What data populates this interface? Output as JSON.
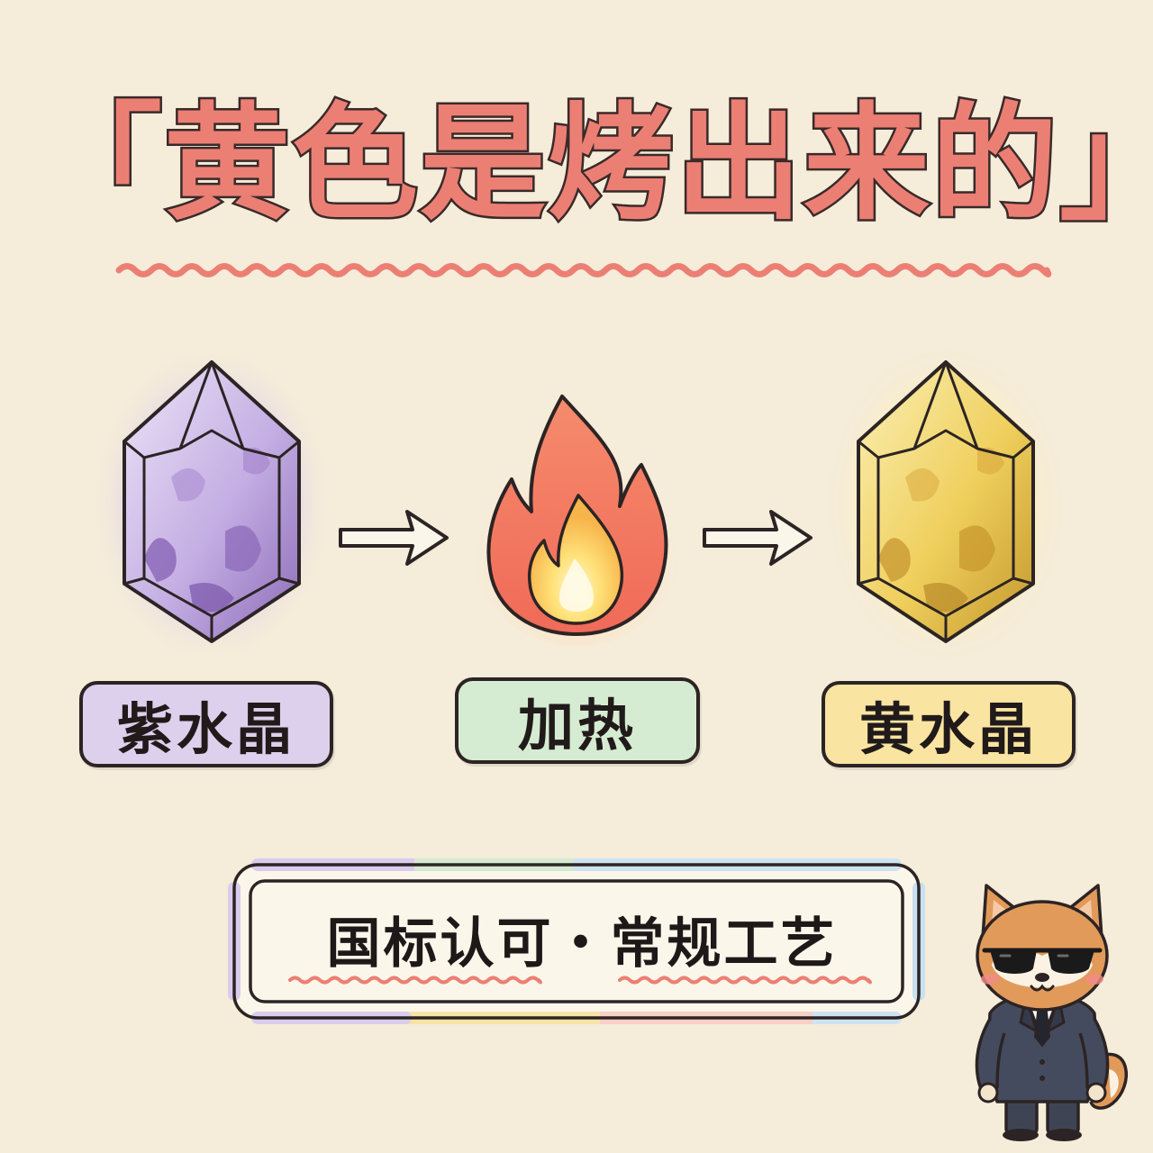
{
  "title": "「黄色是烤出来的」",
  "steps": [
    {
      "label": "紫水晶",
      "icon": "amethyst-crystal-icon",
      "color": "#ddd0ec"
    },
    {
      "label": "加热",
      "icon": "fire-icon",
      "color": "#d6ecd2"
    },
    {
      "label": "黄水晶",
      "icon": "citrine-crystal-icon",
      "color": "#f9e4a1"
    }
  ],
  "badge": {
    "text": "国标认可・常规工艺"
  },
  "colors": {
    "background": "#f5ecd9",
    "title": "#ec7f74",
    "outline": "#2c2424"
  },
  "mascot": "shiba-inu-in-suit-with-sunglasses"
}
